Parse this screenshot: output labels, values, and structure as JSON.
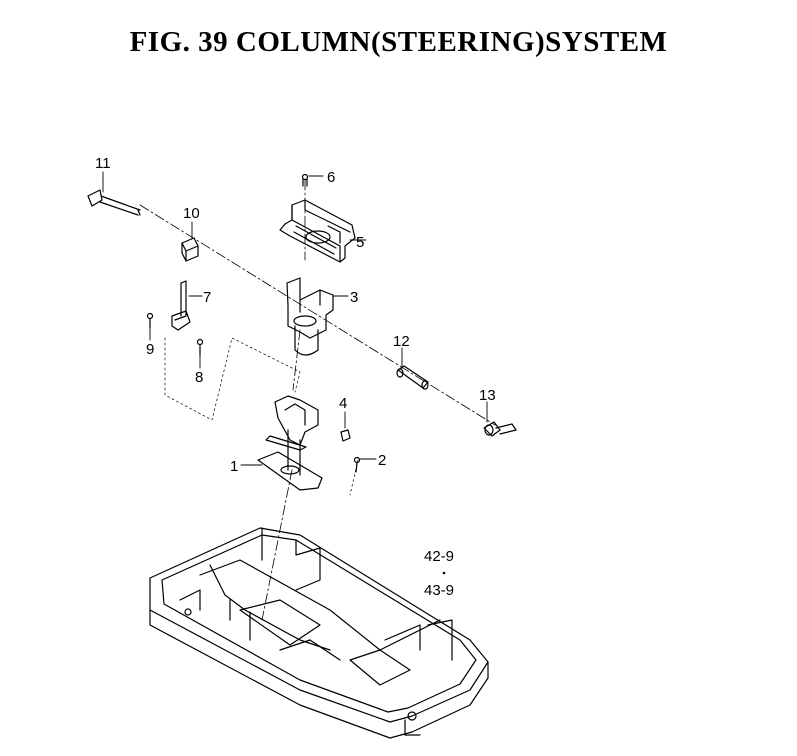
{
  "title": "FIG. 39  COLUMN(STEERING)SYSTEM",
  "callouts": {
    "c1": "1",
    "c2": "2",
    "c3": "3",
    "c4": "4",
    "c5": "5",
    "c6": "6",
    "c7": "7",
    "c8": "8",
    "c9": "9",
    "c10": "10",
    "c11": "11",
    "c12": "12",
    "c13": "13",
    "ref_a": "42-9",
    "ref_b": "43-9"
  }
}
